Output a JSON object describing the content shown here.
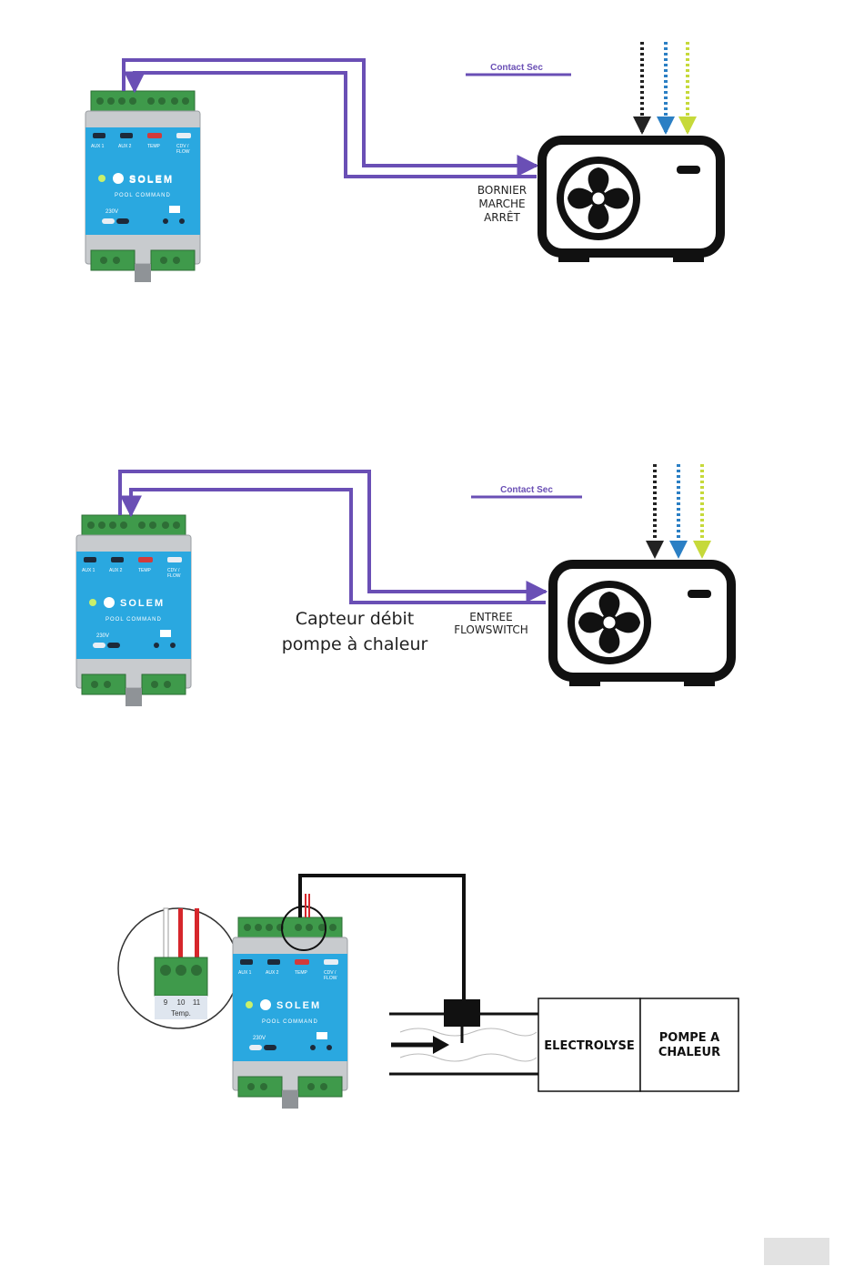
{
  "device": {
    "brand": "SOLEM",
    "product": "POOL COMMAND",
    "terminal_labels": [
      "AUX 1",
      "AUX 2",
      "TEMP",
      "CDV / FLOW"
    ],
    "voltage": "230V",
    "terminal_numbers": [
      "9",
      "10",
      "11"
    ],
    "terminal_caption": "Temp."
  },
  "diagram1": {
    "contact_label": "Contact Sec",
    "terminal_lines": [
      "BORNIER",
      "MARCHE",
      "ARRÊT"
    ]
  },
  "diagram2": {
    "contact_label": "Contact Sec",
    "terminal_lines": [
      "ENTREE",
      "FLOWSWITCH"
    ],
    "caption_lines": [
      "Capteur débit",
      "pompe à chaleur"
    ]
  },
  "diagram3": {
    "box1": "ELECTROLYSE",
    "box2_lines": [
      "POMPE A",
      "CHALEUR"
    ]
  },
  "colors": {
    "wire": "#6a4fb5",
    "device_blue": "#2aa8e0",
    "terminal_green": "#3f9a4b",
    "housing_gray": "#c8cbce",
    "arrow_black": "#222222",
    "arrow_blue": "#2b7fc4",
    "arrow_yellow": "#c6d93a"
  },
  "icons": {
    "heat_pump": "heat-pump-fan-icon",
    "flow": "flow-arrow-icon"
  }
}
